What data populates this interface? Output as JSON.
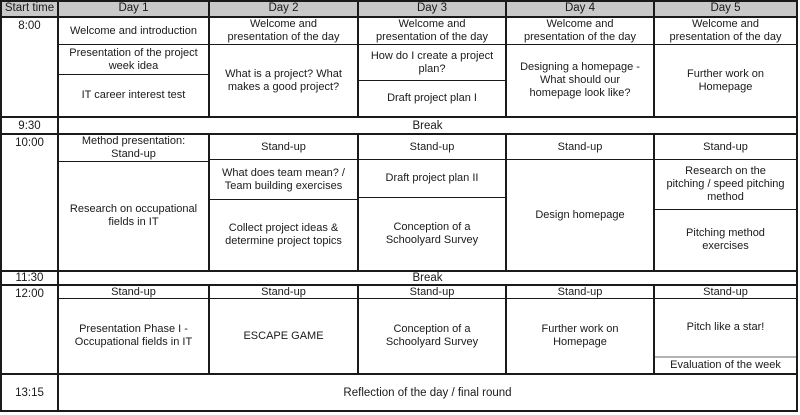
{
  "colors": {
    "header_bg": "#c9c9c9",
    "border": "#1a1a1a",
    "evaluation_divider": "#b3b3b3",
    "background": "#ffffff"
  },
  "header": {
    "start_time": "Start time",
    "days": [
      "Day 1",
      "Day 2",
      "Day 3",
      "Day 4",
      "Day 5"
    ]
  },
  "r800": {
    "time": "8:00",
    "day1": [
      "Welcome and introduction",
      "Presentation of the project week idea",
      "IT career interest test"
    ],
    "day2": [
      "Welcome and presentation of the day",
      "What is a project? What makes a good project?"
    ],
    "day3": [
      "Welcome and presentation of the day",
      "How do I create a project plan?",
      "Draft project plan I"
    ],
    "day4": [
      "Welcome and presentation of the day",
      "Designing a homepage - What should our homepage look like?"
    ],
    "day5": [
      "Welcome and presentation of the day",
      "Further work on Homepage"
    ]
  },
  "r930": {
    "time": "9:30",
    "label": "Break"
  },
  "r1000": {
    "time": "10:00",
    "day1": [
      "Method presentation: Stand-up",
      "Research on occupational fields in IT"
    ],
    "day2": [
      "Stand-up",
      "What does team mean? / Team building exercises",
      "Collect project ideas & determine project topics"
    ],
    "day3": [
      "Stand-up",
      "Draft project plan II",
      "Conception of a Schoolyard Survey"
    ],
    "day4": [
      "Stand-up",
      "Design homepage"
    ],
    "day5": [
      "Stand-up",
      "Research on the pitching / speed pitching method",
      "Pitching method exercises"
    ]
  },
  "r1130": {
    "time": "11:30",
    "label": "Break"
  },
  "r1200": {
    "time": "12:00",
    "day1": [
      "Stand-up",
      "Presentation Phase I - Occupational fields in IT"
    ],
    "day2": [
      "Stand-up",
      "ESCAPE GAME"
    ],
    "day3": [
      "Stand-up",
      "Conception of a Schoolyard Survey"
    ],
    "day4": [
      "Stand-up",
      "Further work on Homepage"
    ],
    "day5": [
      "Stand-up",
      "Pitch like a star!",
      "Evaluation of the week"
    ]
  },
  "r1315": {
    "time": "13:15",
    "label": "Reflection of the day / final round"
  }
}
